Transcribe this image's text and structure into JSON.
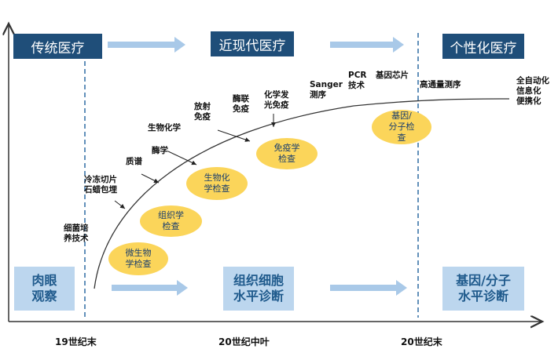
{
  "eras": {
    "traditional": "传统医疗",
    "modern": "近现代医疗",
    "personalized": "个性化医疗"
  },
  "levels": {
    "gross": "肉眼\n观察",
    "tissue_cell": "组织细胞\n水平诊断",
    "gene_molecular": "基因/分子\n水平诊断"
  },
  "technologies": {
    "bacteria_culture": "细菌培\n养技术",
    "frozen_section": "冷冻切片\n石蜡包埋",
    "mass_spec": "质谱",
    "enzymology": "酶学",
    "biochemistry": "生物化学",
    "radioimmuno": "放射\n免疫",
    "enzyme_immuno": "酶联\n免疫",
    "chemiluminescence": "化学发\n光免疫",
    "sanger": "Sanger\n测序",
    "pcr": "PCR\n技术",
    "gene_chip": "基因芯片",
    "high_throughput": "高通量测序",
    "automation": "全自动化\n信息化\n便携化"
  },
  "tests": {
    "microbiology": "微生物\n学检查",
    "histology": "组织学\n检查",
    "biochemical": "生物化\n学检查",
    "immunology": "免疫学\n检查",
    "gene_molecular": "基因/\n分子检\n查"
  },
  "timeline": {
    "t1": "19世纪末",
    "t2": "20世纪中叶",
    "t3": "20世纪末"
  },
  "colors": {
    "era_box": "#1f4e79",
    "level_box": "#bcd6ee",
    "oval": "#fbd55a",
    "arrow": "#a9c9e8",
    "dashed_line": "#2e6ca4"
  }
}
